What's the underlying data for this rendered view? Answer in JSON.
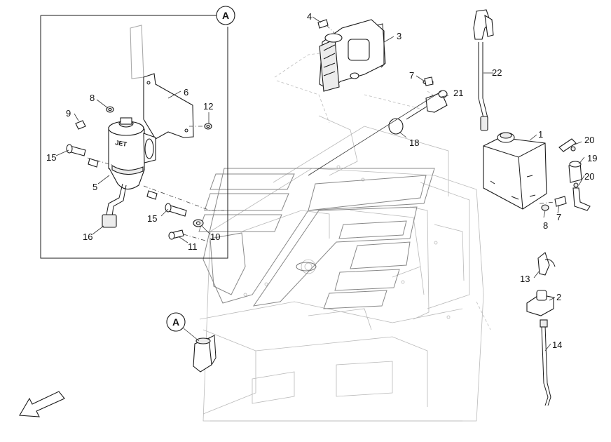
{
  "detail": {
    "letter": "A"
  },
  "pump_label": "JET",
  "callouts": {
    "c1": "1",
    "c2": "2",
    "c3": "3",
    "c4": "4",
    "c5": "5",
    "c6": "6",
    "c7a": "7",
    "c7b": "7",
    "c8a": "8",
    "c8b": "8",
    "c9": "9",
    "c10": "10",
    "c11": "11",
    "c12": "12",
    "c13": "13",
    "c14": "14",
    "c15a": "15",
    "c15b": "15",
    "c16": "16",
    "c18": "18",
    "c19": "19",
    "c20a": "20",
    "c20b": "20",
    "c21": "21",
    "c22": "22"
  }
}
